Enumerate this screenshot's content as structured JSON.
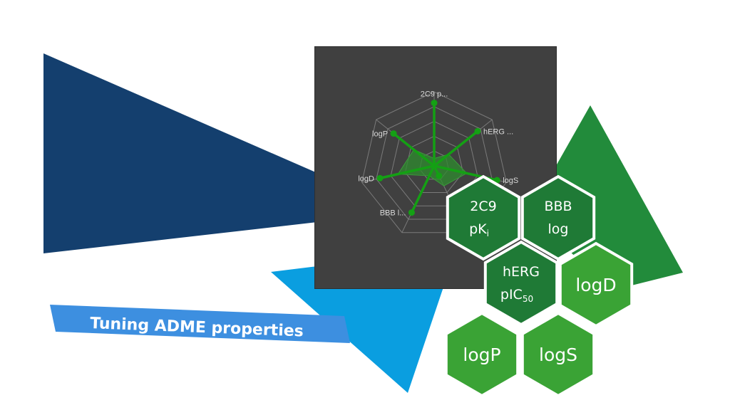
{
  "slide": {
    "banner_text": "Tuning ADME properties"
  },
  "chart_data": {
    "type": "radar",
    "axes": [
      "2C9 p...",
      "hERG ...",
      "logS",
      "",
      "BBB l...",
      "logD",
      "logP"
    ],
    "series": [
      {
        "values": [
          0.85,
          0.75,
          0.87,
          0.15,
          0.7,
          0.75,
          0.7
        ]
      },
      {
        "values": [
          0.1,
          0.25,
          0.45,
          0.3,
          0.15,
          0.5,
          0.35
        ]
      }
    ],
    "rings": 5,
    "colors": {
      "line": "#14a014",
      "fill": "#2e8b2e",
      "grid": "#7a7a7a",
      "panel": "#404040"
    }
  },
  "hexagons": [
    {
      "id": "2c9",
      "line1": "2C9",
      "line2": "pK",
      "sub": "i",
      "color": "#1f7a36"
    },
    {
      "id": "bbb",
      "line1": "BBB",
      "line2": "log",
      "sub": "",
      "color": "#1f7a36"
    },
    {
      "id": "herg",
      "line1": "hERG",
      "line2": "pIC",
      "sub": "50",
      "color": "#1f7a36"
    },
    {
      "id": "logd",
      "line1": "logD",
      "line2": "",
      "sub": "",
      "color": "#3aa335"
    },
    {
      "id": "logp",
      "line1": "logP",
      "line2": "",
      "sub": "",
      "color": "#3aa335"
    },
    {
      "id": "logs",
      "line1": "logS",
      "line2": "",
      "sub": "",
      "color": "#3aa335"
    }
  ],
  "colors": {
    "navy": "#143f6e",
    "blue": "#0a9ee0",
    "banner": "#3d8fe0",
    "green": "#228b3b"
  }
}
